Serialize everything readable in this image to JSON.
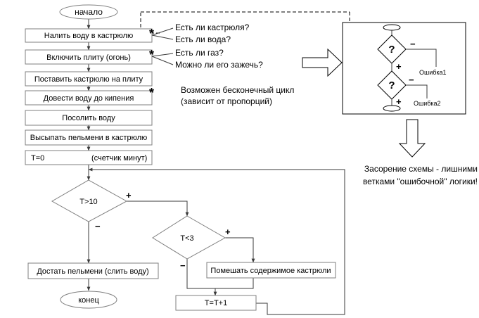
{
  "flow": {
    "start": "начало",
    "end": "конец",
    "steps": [
      "Налить воду в кастрюлю",
      "Включить плиту (огонь)",
      "Поставить кастрюлю на плиту",
      "Довести воду до кипения",
      "Посолить воду",
      "Высыпать пельмени в кастрюлю"
    ],
    "init": {
      "value": "T=0",
      "note": "(счетчик минут)"
    },
    "cond1": {
      "label": "T>10",
      "yes": "+",
      "no": "−"
    },
    "cond2": {
      "label": "T<3",
      "yes": "+",
      "no": "−"
    },
    "drain": "Достать пельмени (слить воду)",
    "stir": "Помешать содержимое кастрюли",
    "increment": "T=T+1"
  },
  "annotations": {
    "star": "*",
    "water": [
      "Есть ли кастрюля?",
      "Есть ли вода?"
    ],
    "gas": [
      "Есть ли газ?",
      "Можно ли его зажечь?"
    ],
    "loop": [
      "Возможен бесконечный цикл",
      "(зависит от пропорций)"
    ]
  },
  "inset": {
    "question": "?",
    "minus": "−",
    "plus": "+",
    "error1": "Ошибка1",
    "error2": "Ошибка2"
  },
  "caption": [
    "Засорение схемы - лишними",
    "ветками \"ошибочной\" логики!"
  ]
}
